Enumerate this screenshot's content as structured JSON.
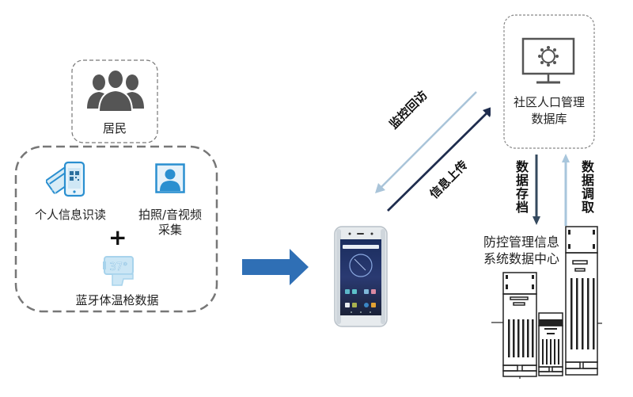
{
  "resident": {
    "label": "居民",
    "icon": "people-group-icon"
  },
  "sources": {
    "items": [
      {
        "label": "个人信息识读",
        "icon": "id-card-qr-phone-icon"
      },
      {
        "label": "拍照/音视频",
        "label2": "采集",
        "icon": "person-photo-icon"
      },
      {
        "label": "蓝牙体温枪数据",
        "icon": "thermometer-gun-icon",
        "reading": "37°"
      }
    ],
    "plus": "+"
  },
  "flow_arrow": {
    "icon": "right-arrow-icon",
    "color": "#2f6fb5"
  },
  "device": {
    "icon": "handheld-terminal-icon"
  },
  "links": {
    "monitor_followup": "监控回访",
    "info_upload": "信息上传",
    "data_archive": "数据存档",
    "data_retrieve": "数据调取"
  },
  "database": {
    "line1": "社区人口管理",
    "line2": "数据库",
    "icon": "monitor-gear-icon"
  },
  "datacenter": {
    "line1": "防控管理信息",
    "line2": "系统数据中心",
    "icon": "server-towers-icon"
  },
  "colors": {
    "dark_arrow": "#1f2d4e",
    "light_arrow": "#a9c4d9",
    "archive_arrow": "#34495e",
    "retrieve_arrow": "#a8c6dc",
    "icon_blue": "#2a8fd0",
    "dash_gray": "#666666"
  }
}
